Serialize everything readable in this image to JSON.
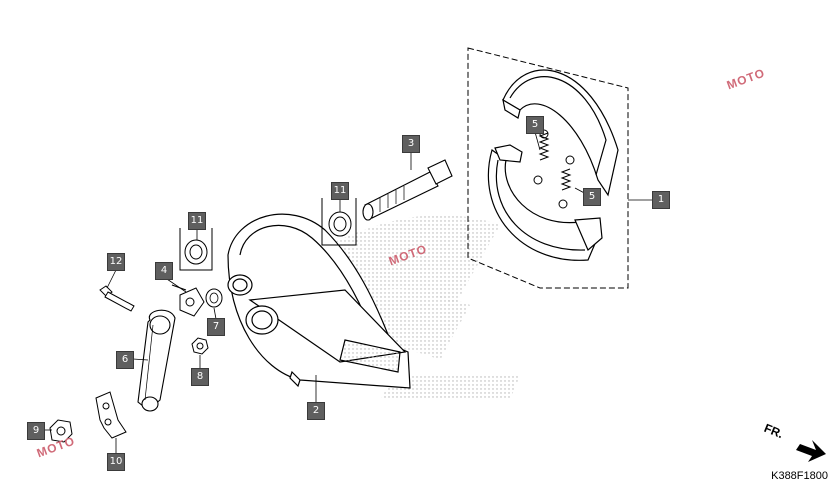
{
  "diagram": {
    "catalog_code": "K388F1800",
    "forward_label": "FR.",
    "watermark": "MOTO",
    "callouts": [
      "1",
      "2",
      "3",
      "4",
      "5",
      "5",
      "6",
      "7",
      "8",
      "9",
      "10",
      "11",
      "11",
      "12"
    ],
    "colors": {
      "callout_bg": "#5f5f5f",
      "line": "#000000",
      "watermark": "#d06a78",
      "halftone": "#b0b0b0"
    },
    "parts_shown": [
      "brake-shoe",
      "brake-panel",
      "brake-cam",
      "wear-indicator-plate",
      "shoe-spring",
      "brake-arm",
      "felt-seal",
      "nut",
      "flange-nut",
      "arm-stopper",
      "oil-seal",
      "bolt"
    ]
  }
}
